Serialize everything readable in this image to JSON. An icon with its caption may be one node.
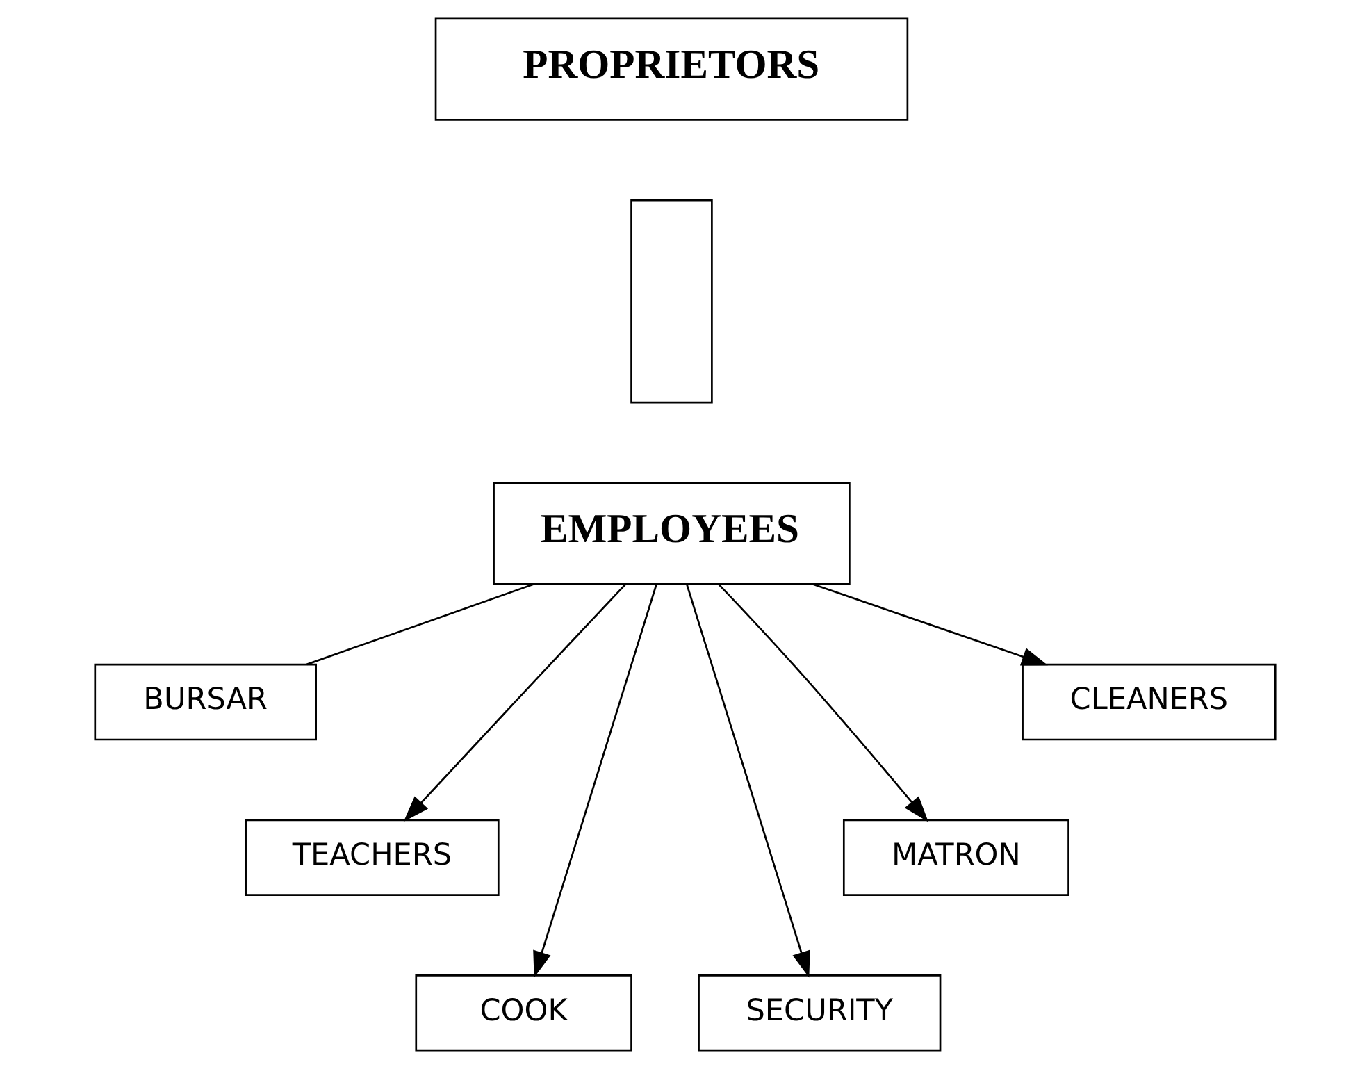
{
  "diagram": {
    "nodes": [
      {
        "text": [
          "PROPRIETORS"
        ]
      },
      {
        "text": [],
        "shape": "box"
      },
      {
        "text": [
          "EMPLOYEES"
        ]
      },
      {
        "text": [
          "BURSAR"
        ]
      },
      {
        "text": [
          "TEACHERS"
        ]
      },
      {
        "text": [
          "COOK"
        ]
      },
      {
        "text": [
          "SECURITY"
        ]
      },
      {
        "text": [
          "MATRON"
        ]
      },
      {
        "text": [
          "CLEANERS"
        ]
      }
    ],
    "edges": [
      {
        "from": 2,
        "to": 3,
        "arrow": "none"
      },
      {
        "from": 2,
        "to": 4,
        "arrow": "to"
      },
      {
        "from": 2,
        "to": 5,
        "arrow": "to"
      },
      {
        "from": 2,
        "to": 6,
        "arrow": "to"
      },
      {
        "from": 2,
        "to": 7,
        "arrow": "to"
      },
      {
        "from": 2,
        "to": 8,
        "arrow": "to"
      }
    ]
  }
}
